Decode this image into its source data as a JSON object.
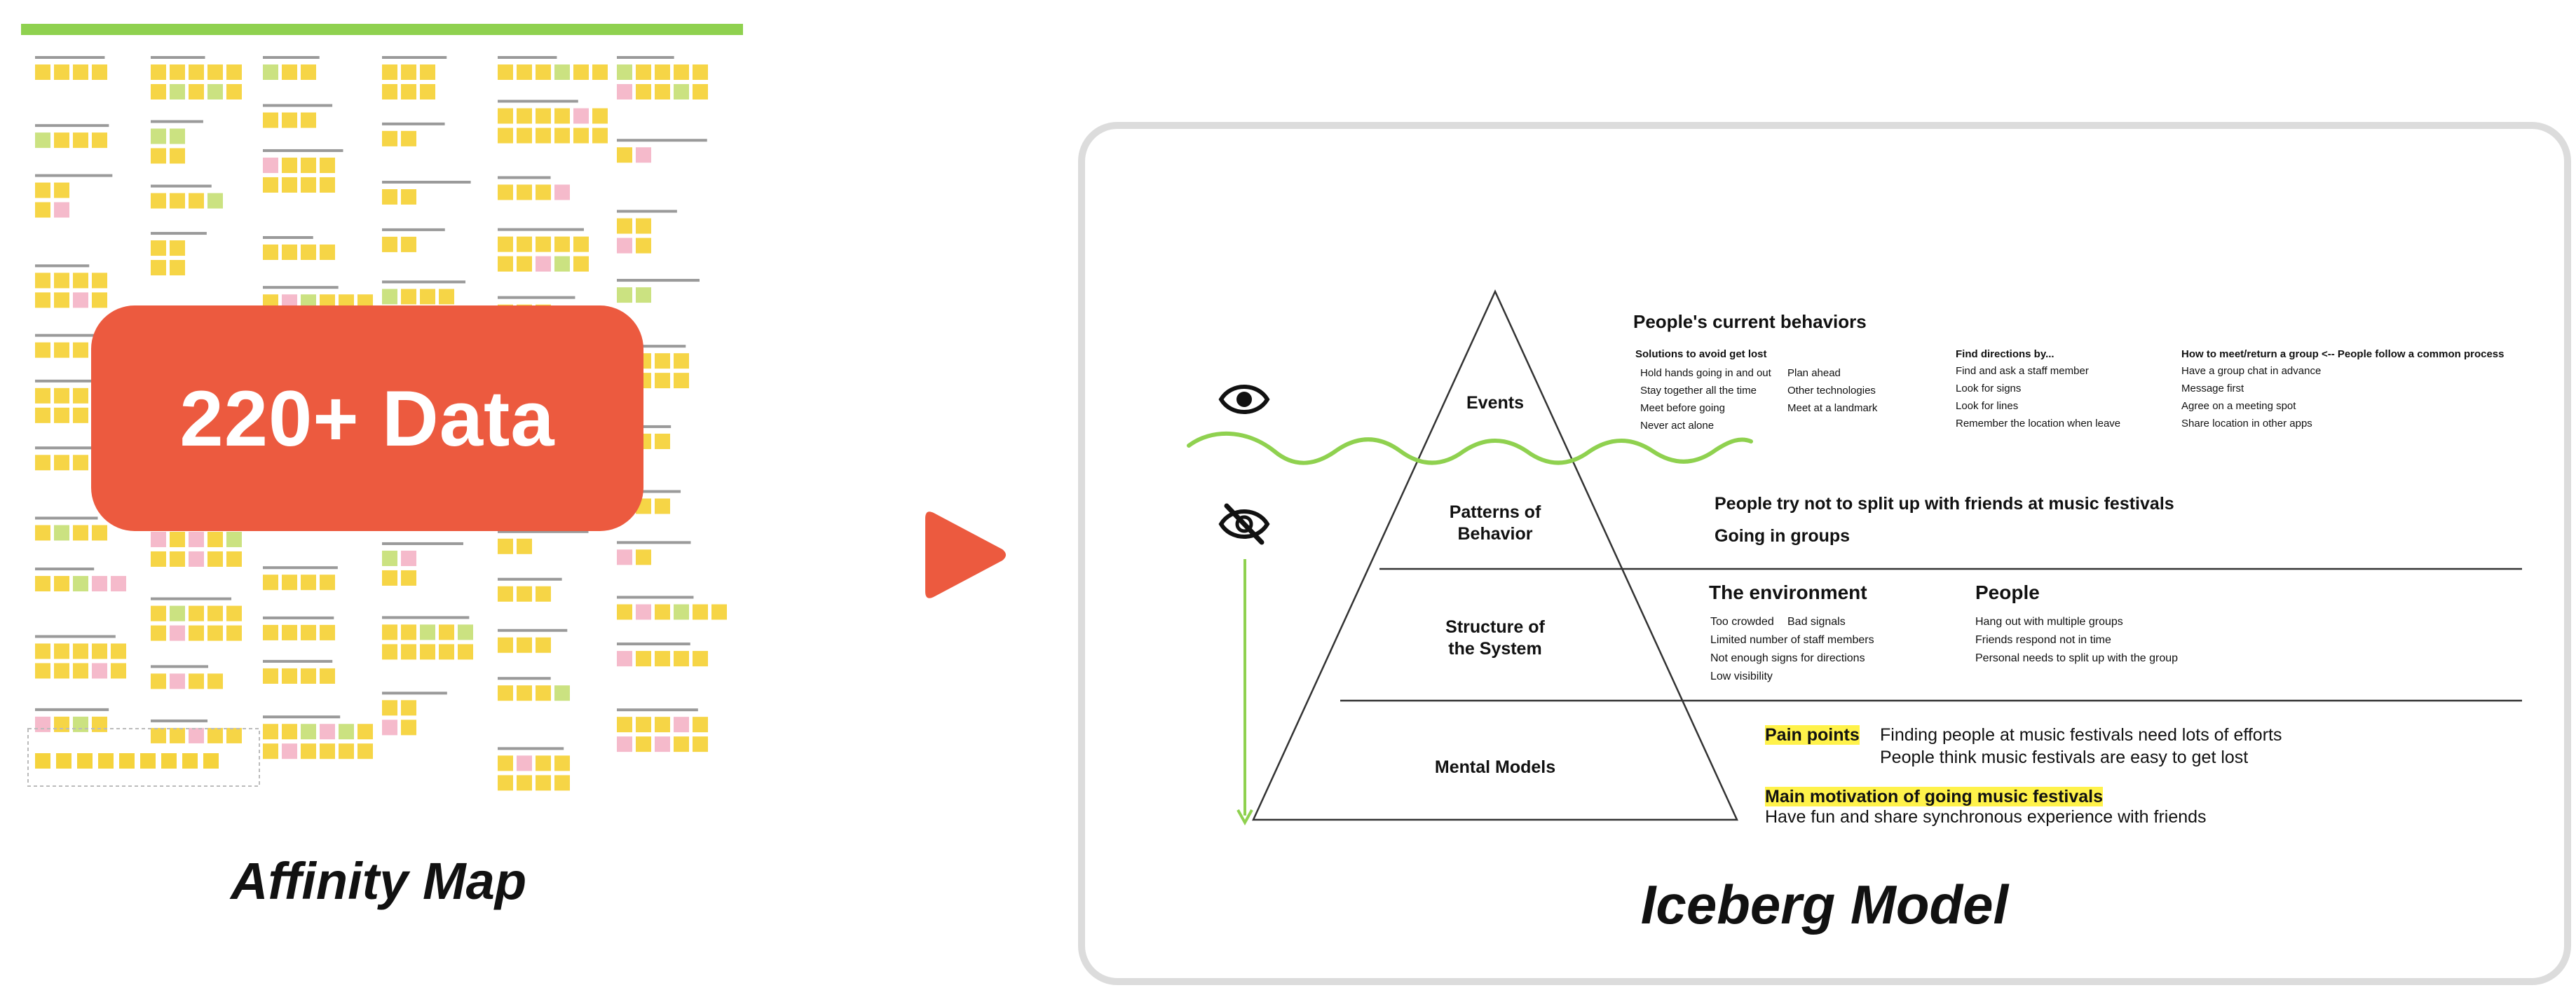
{
  "affinity_map": {
    "title": "Affinity Map",
    "badge": "220+ Data",
    "colors": {
      "badge": "#ec5a3f",
      "header_bar": "#8fd14f",
      "sticky_yellow": "#f5d33c",
      "sticky_green": "#c8e07a",
      "sticky_pink": "#f4b6c8"
    }
  },
  "arrow": {
    "icon": "play-triangle-icon",
    "color": "#ec5a3f"
  },
  "iceberg": {
    "title": "Iceberg Model",
    "colors": {
      "wave": "#8fd14f",
      "highlight": "#fff24a",
      "arrow": "#8fd14f"
    },
    "icons": {
      "visible": "eye-icon",
      "hidden": "eye-slash-icon"
    },
    "levels": [
      {
        "name": "Events"
      },
      {
        "name": "Patterns of Behavior"
      },
      {
        "name": "Structure of the System"
      },
      {
        "name": "Mental Models"
      }
    ],
    "events": {
      "heading": "People's current behaviors",
      "solutions": {
        "title": "Solutions to avoid get lost",
        "col1": [
          "Hold hands going in and out",
          "Stay together all the time",
          "Meet before going",
          "Never act alone"
        ],
        "col2": [
          "Plan ahead",
          "Other technologies",
          "Meet at a landmark"
        ]
      },
      "directions": {
        "title": "Find directions by...",
        "items": [
          "Find and ask a staff member",
          "Look for signs",
          "Look for lines",
          "Remember the location when leave"
        ]
      },
      "meet": {
        "title": "How to meet/return a group <-- People follow a common process",
        "items": [
          "Have a group chat in advance",
          "Message first",
          "Agree on a meeting spot",
          "Share location in other apps"
        ]
      }
    },
    "patterns": [
      "People try not to split up with friends at music festivals",
      "Going in groups"
    ],
    "structure": {
      "environment": {
        "title": "The environment",
        "col1": [
          "Too crowded",
          "Limited number of staff members",
          "Not enough signs for directions",
          "Low visibility"
        ],
        "col2": [
          "Bad signals"
        ]
      },
      "people": {
        "title": "People",
        "items": [
          "Hang out with multiple groups",
          "Friends respond not in time",
          "Personal needs to split up with the group"
        ]
      }
    },
    "mental": {
      "pain_label": "Pain points",
      "pain_lines": [
        "Finding people at music festivals need lots of efforts",
        "People think music festivals are easy to get lost"
      ],
      "motivation_label": "Main motivation of going music festivals",
      "motivation_line": "Have fun and share synchronous experience with friends"
    }
  }
}
